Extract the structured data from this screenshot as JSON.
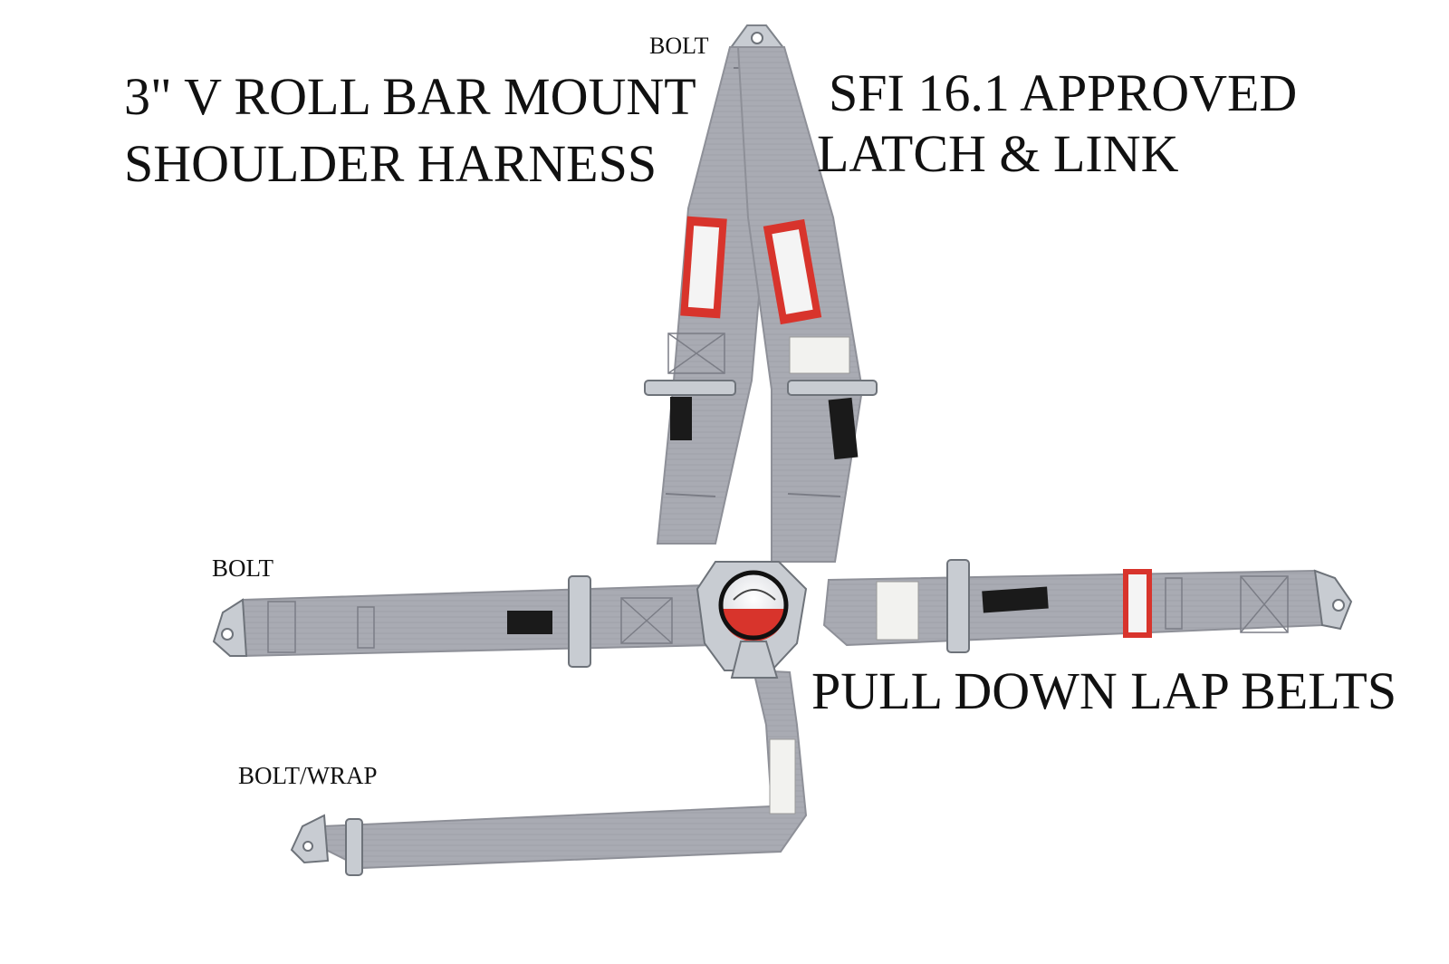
{
  "labels": {
    "title_line1": "3\" V ROLL BAR MOUNT",
    "title_line2": "SHOULDER HARNESS",
    "sfi_line1": "SFI 16.1 APPROVED",
    "sfi_line2": "LATCH & LINK",
    "lap_belts": "PULL DOWN LAP BELTS",
    "bolt_top": "BOLT",
    "bolt_left": "BOLT",
    "bolt_wrap": "BOLT/WRAP"
  },
  "colors": {
    "webbing": "#a9abb3",
    "webbing_dark": "#8e9098",
    "stitch": "#7b7d86",
    "hardware": "#c8ccd2",
    "velcro": "#1a1a1a",
    "brand_tag": "#d8342c",
    "hub_red": "#d8342c",
    "hub_black": "#111111"
  },
  "icons": {
    "cam_lock": "cam-lock-buckle-icon",
    "bolt_tab": "bolt-eye-tab-icon",
    "adjuster": "sliding-adjuster-icon",
    "brand_tag": "brand-logo-tag-icon"
  }
}
